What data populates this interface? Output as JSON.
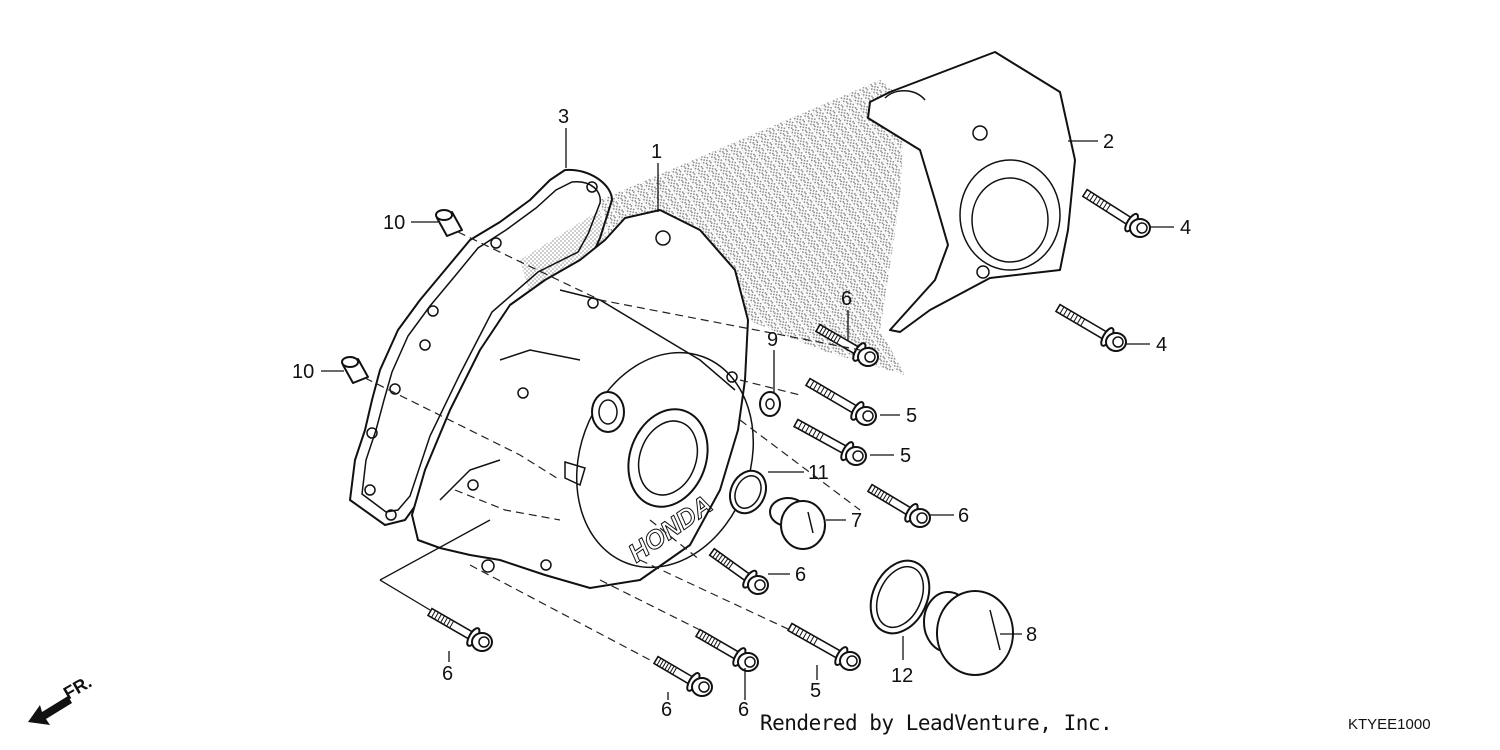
{
  "diagram": {
    "callouts": {
      "cover": "1",
      "sprocket_cover": "2",
      "gasket": "3",
      "bolt_4a": "4",
      "bolt_4b": "4",
      "bolt_5a": "5",
      "bolt_5b": "5",
      "bolt_5c": "5",
      "bolt_6a": "6",
      "bolt_6b": "6",
      "bolt_6c": "6",
      "bolt_6d": "6",
      "bolt_6e": "6",
      "bolt_6f": "6",
      "cap_small": "7",
      "cap_large": "8",
      "washer": "9",
      "dowel_a": "10",
      "dowel_b": "10",
      "oring_small": "11",
      "oring_large": "12"
    },
    "cover_logo": "HONDA",
    "direction_label": "FR.",
    "credit": "Rendered by LeadVenture, Inc.",
    "code": "KTYEE1000"
  }
}
